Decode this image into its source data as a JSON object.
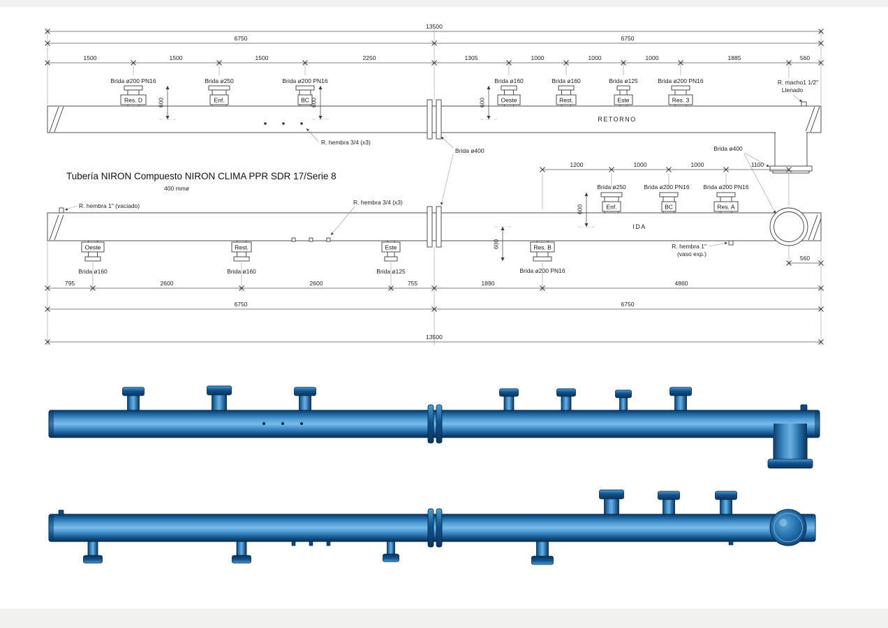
{
  "drawing": {
    "title": "Tubería NIRON Compuesto NIRON CLIMA PPR SDR 17/Serie 8",
    "diameter_note": "400 mmø"
  },
  "dims_top": {
    "total": "13500",
    "half_left": "6750",
    "half_right": "6750",
    "segments": [
      "1500",
      "1500",
      "1500",
      "2250",
      "1305",
      "1000",
      "1000",
      "1000",
      "1885",
      "560"
    ]
  },
  "retorno": {
    "label": "RETORNO",
    "flanges": [
      {
        "spec": "Brida ø200 PN16",
        "tag": "Res. D"
      },
      {
        "spec": "Brida ø250",
        "tag": "Enf."
      },
      {
        "spec": "Brida ø200 PN16",
        "tag": "BC"
      },
      {
        "spec": "Brida ø160",
        "tag": "Oeste"
      },
      {
        "spec": "Brida ø160",
        "tag": "Rest."
      },
      {
        "spec": "Brida ø125",
        "tag": "Este"
      },
      {
        "spec": "Brida ø200 PN16",
        "tag": "Res. 3"
      }
    ],
    "riser_dim": "600",
    "threads_note": "R. hembra 3/4 (x3)",
    "center_flange": "Brida ø400",
    "end_flange": "Brida ø400",
    "fill_line1": "R. macho1 1/2\"",
    "fill_line2": "Llenado"
  },
  "ida": {
    "label": "IDA",
    "segments": [
      "1200",
      "1000",
      "1000",
      "1100"
    ],
    "top_flanges": [
      {
        "spec": "Brida ø250",
        "tag": "Enf."
      },
      {
        "spec": "Brida ø200 PN16",
        "tag": "BC"
      },
      {
        "spec": "Brida ø200 PN16",
        "tag": "Res. A"
      }
    ],
    "bottom_flanges": [
      {
        "tag": "Oeste",
        "spec": "Brida ø160"
      },
      {
        "tag": "Rest.",
        "spec": "Brida ø160"
      },
      {
        "tag": "Este",
        "spec": "Brida ø125"
      },
      {
        "tag": "Res. B",
        "spec": "Brida ø200 PN16"
      }
    ],
    "riser_dim": "600",
    "drop_dim": "600",
    "drain_note": "R. hembra 1\" (vaciado)",
    "threads_note": "R. hembra 3/4 (x3)",
    "exp_note_line1": "R. hembra 1\"",
    "exp_note_line2": "(vaso exp.)",
    "end_dim": "560"
  },
  "dims_bottom": {
    "segments": [
      "795",
      "2600",
      "2600",
      "755",
      "1890",
      "4860"
    ],
    "half_left": "6750",
    "half_right": "6750",
    "total": "13500"
  }
}
